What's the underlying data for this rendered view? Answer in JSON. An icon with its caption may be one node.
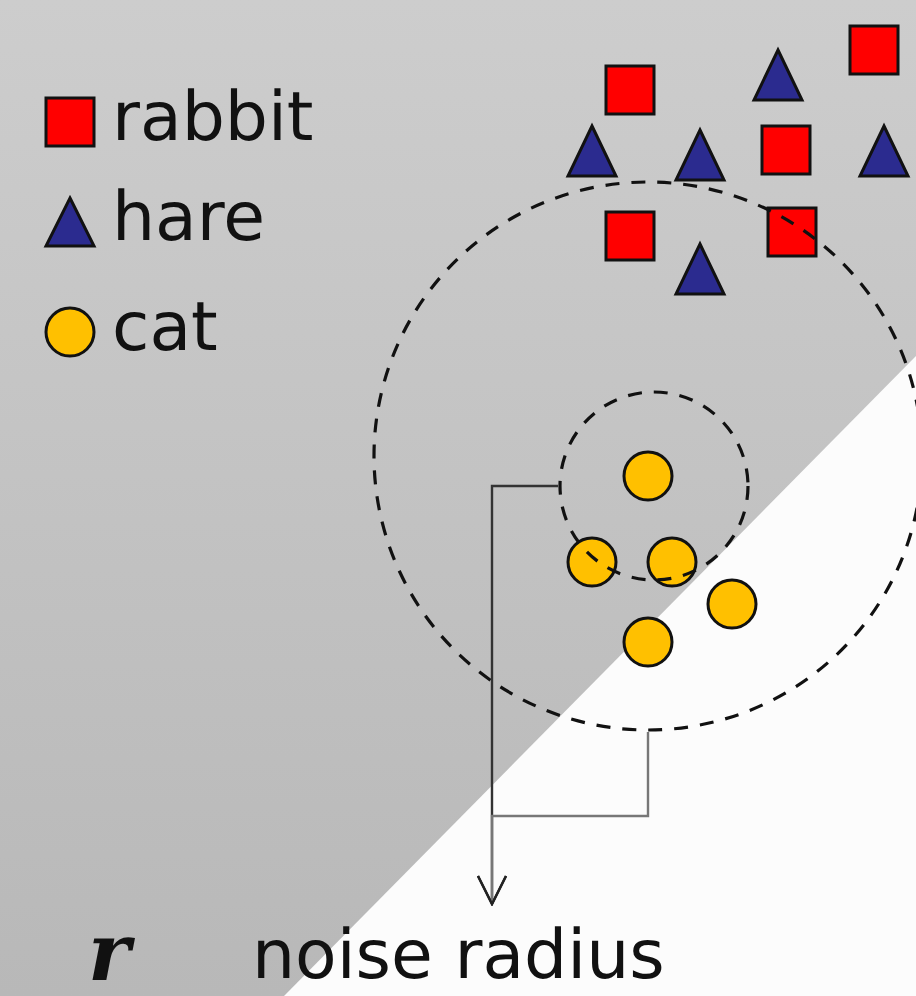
{
  "diagram": {
    "nodes": [
      {
        "text": [],
        "shape": "circle",
        "in": 1
      },
      {
        "text": [],
        "shape": "circle"
      },
      {
        "text": [
          "r",
          "noise radius"
        ]
      }
    ],
    "edges": [
      {
        "from": 0,
        "to": 2,
        "arrow": "to"
      },
      {
        "from": 1,
        "to": 2,
        "arrow": "to"
      }
    ],
    "legend": [
      {
        "text": "rabbit",
        "color": "#ff0000"
      },
      {
        "text": "hare",
        "color": "#2b2b8f"
      },
      {
        "text": "cat",
        "color": "#ffc000"
      }
    ]
  }
}
